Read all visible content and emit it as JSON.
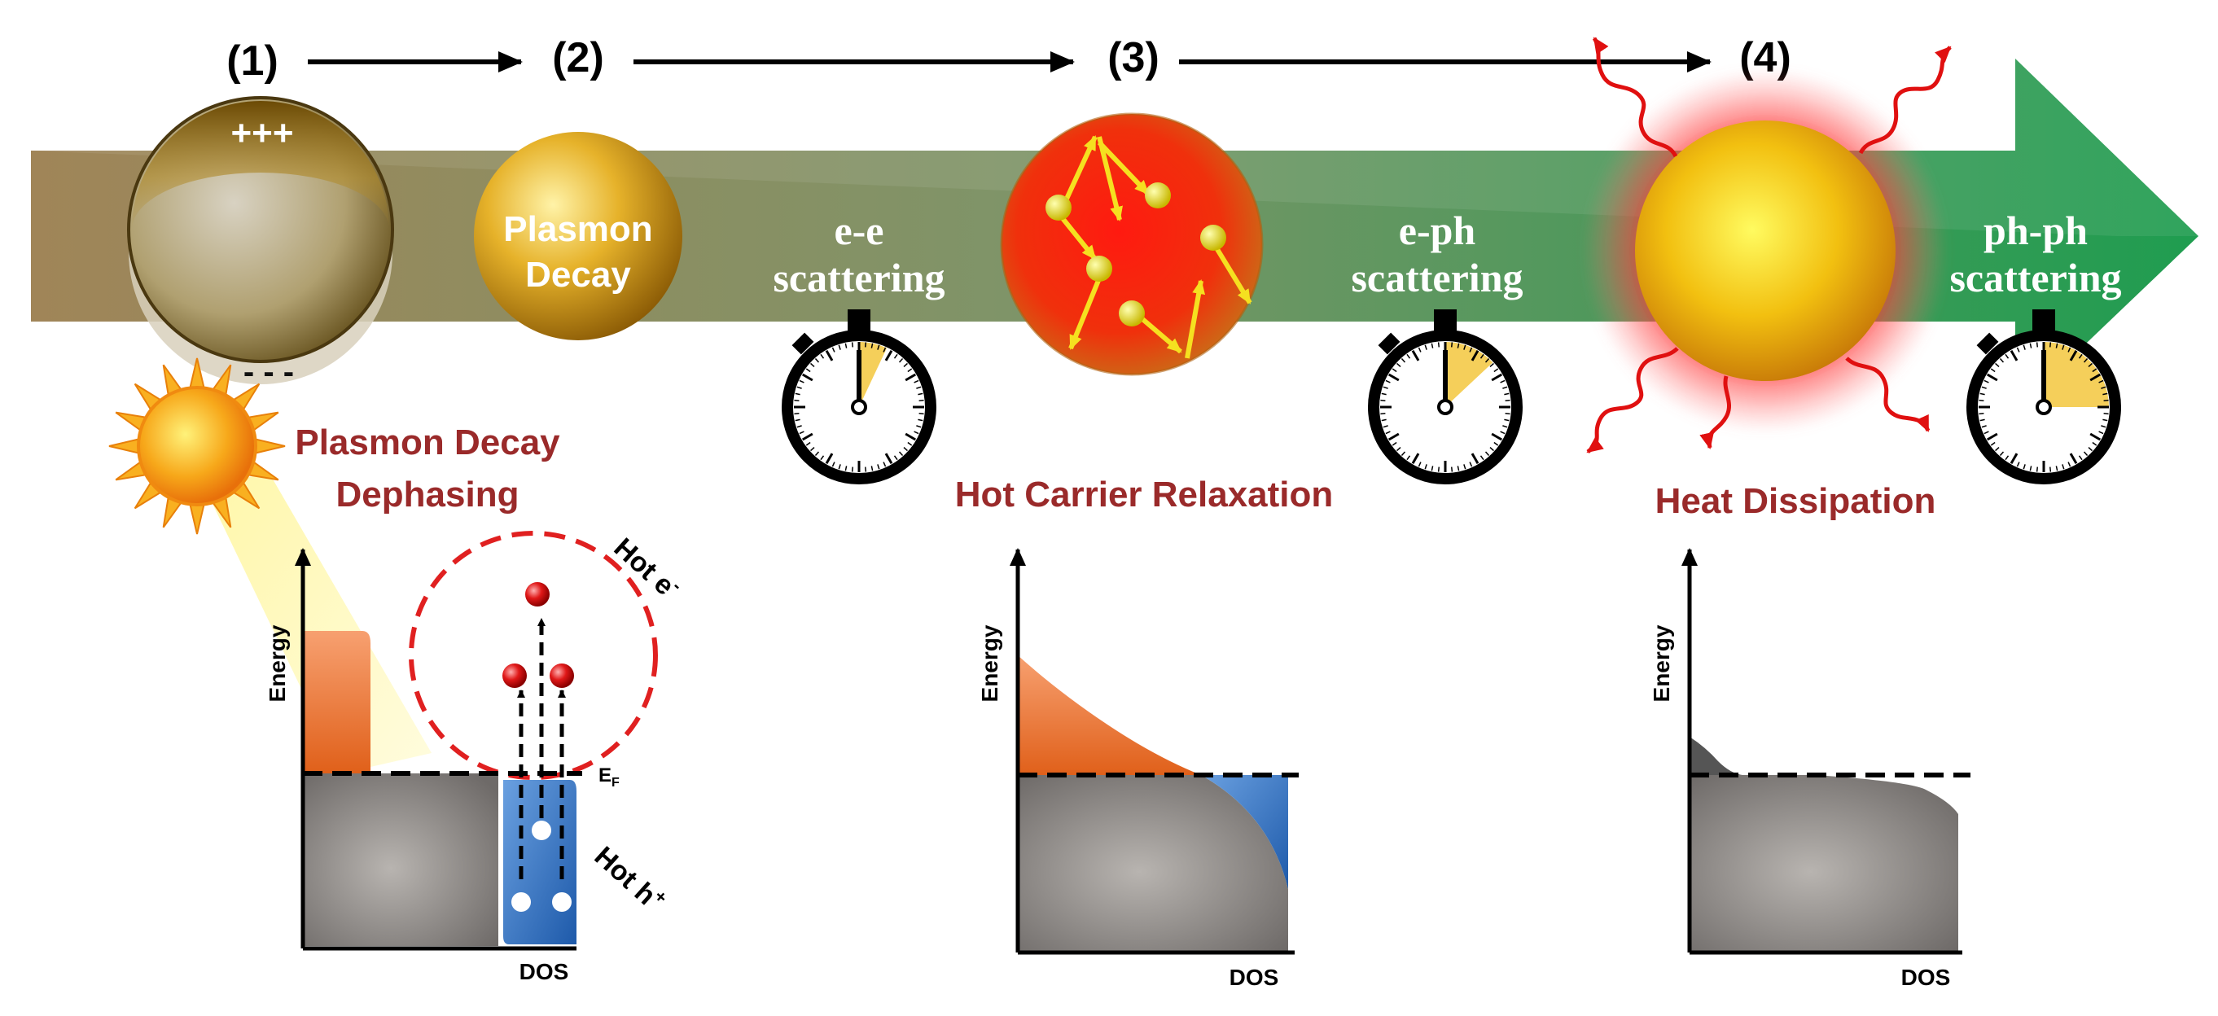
{
  "steps": [
    {
      "number": "(1)",
      "sphere_text": "+++",
      "sphere_bottom": "- - -"
    },
    {
      "number": "(2)",
      "sphere_line1": "Plasmon",
      "sphere_line2": "Decay"
    },
    {
      "number": "(3)"
    },
    {
      "number": "(4)"
    }
  ],
  "timescales": [
    {
      "line1": "e-e",
      "line2": "scattering"
    },
    {
      "line1": "e-ph",
      "line2": "scattering"
    },
    {
      "line1": "ph-ph",
      "line2": "scattering"
    }
  ],
  "stopwatch_fill": [
    0.07,
    0.13,
    0.25
  ],
  "process_labels": {
    "plasmon_decay_line1": "Plasmon Decay",
    "plasmon_decay_line2": "Dephasing",
    "hot_carrier": "Hot Carrier Relaxation",
    "heat": "Heat Dissipation"
  },
  "panels": {
    "y_axis": "Energy",
    "x_axis": "DOS",
    "fermi_label": "E",
    "fermi_subscript": "F",
    "hot_electron": "Hot e",
    "hot_electron_sup": "-",
    "hot_hole": "Hot h",
    "hot_hole_sup": "+"
  },
  "colors": {
    "arrow_start": "#a08050",
    "arrow_end": "#1e9a4e",
    "title_red": "#9a2a2a",
    "hot_electron_orange": "#e8681e",
    "hot_hole_blue": "#3a78c8",
    "gold": "#d9a520"
  }
}
